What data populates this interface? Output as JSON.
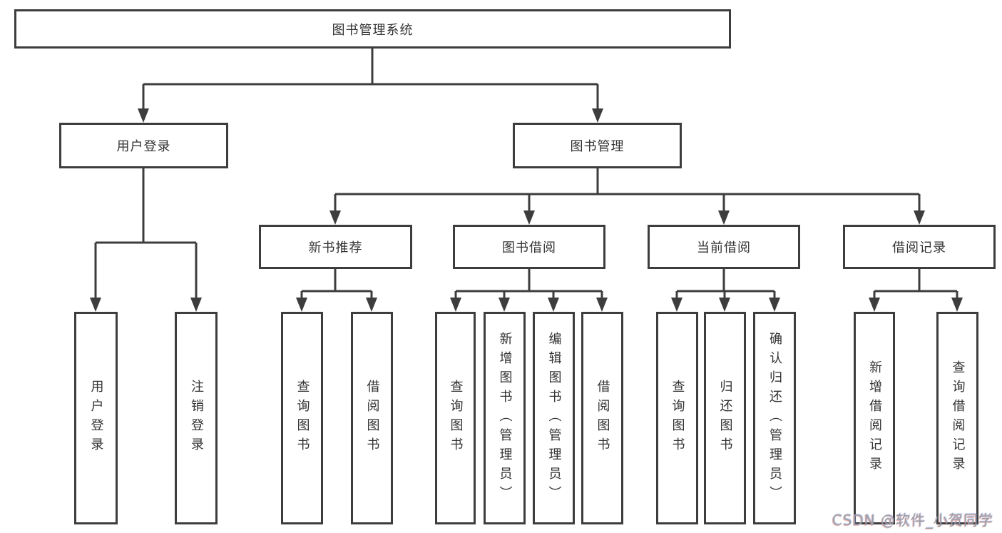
{
  "nodes": {
    "root": {
      "label": "图书管理系统"
    },
    "level2": [
      {
        "label": "用户登录"
      },
      {
        "label": "图书管理"
      }
    ],
    "level3": [
      {
        "label": "新书推荐",
        "parent": "图书管理"
      },
      {
        "label": "图书借阅",
        "parent": "图书管理"
      },
      {
        "label": "当前借阅",
        "parent": "图书管理"
      },
      {
        "label": "借阅记录",
        "parent": "图书管理"
      }
    ],
    "leaves": [
      {
        "label": "用户登录",
        "parent": "用户登录"
      },
      {
        "label": "注销登录",
        "parent": "用户登录"
      },
      {
        "label": "查询图书",
        "parent": "新书推荐"
      },
      {
        "label": "借阅图书",
        "parent": "新书推荐"
      },
      {
        "label": "查询图书",
        "parent": "图书借阅"
      },
      {
        "label": "新增图书（管理员）",
        "parent": "图书借阅"
      },
      {
        "label": "编辑图书（管理员）",
        "parent": "图书借阅"
      },
      {
        "label": "借阅图书",
        "parent": "图书借阅"
      },
      {
        "label": "查询图书",
        "parent": "当前借阅"
      },
      {
        "label": "归还图书",
        "parent": "当前借阅"
      },
      {
        "label": "确认归还（管理员）",
        "parent": "当前借阅"
      },
      {
        "label": "新增借阅记录",
        "parent": "借阅记录"
      },
      {
        "label": "查询借阅记录",
        "parent": "借阅记录"
      }
    ]
  },
  "watermark": {
    "text": "CSDN @软件_小贺同学"
  },
  "colors": {
    "line": "#3d3d3d",
    "text": "#333333",
    "background": "#ffffff",
    "watermark": "#9aa0a6"
  }
}
